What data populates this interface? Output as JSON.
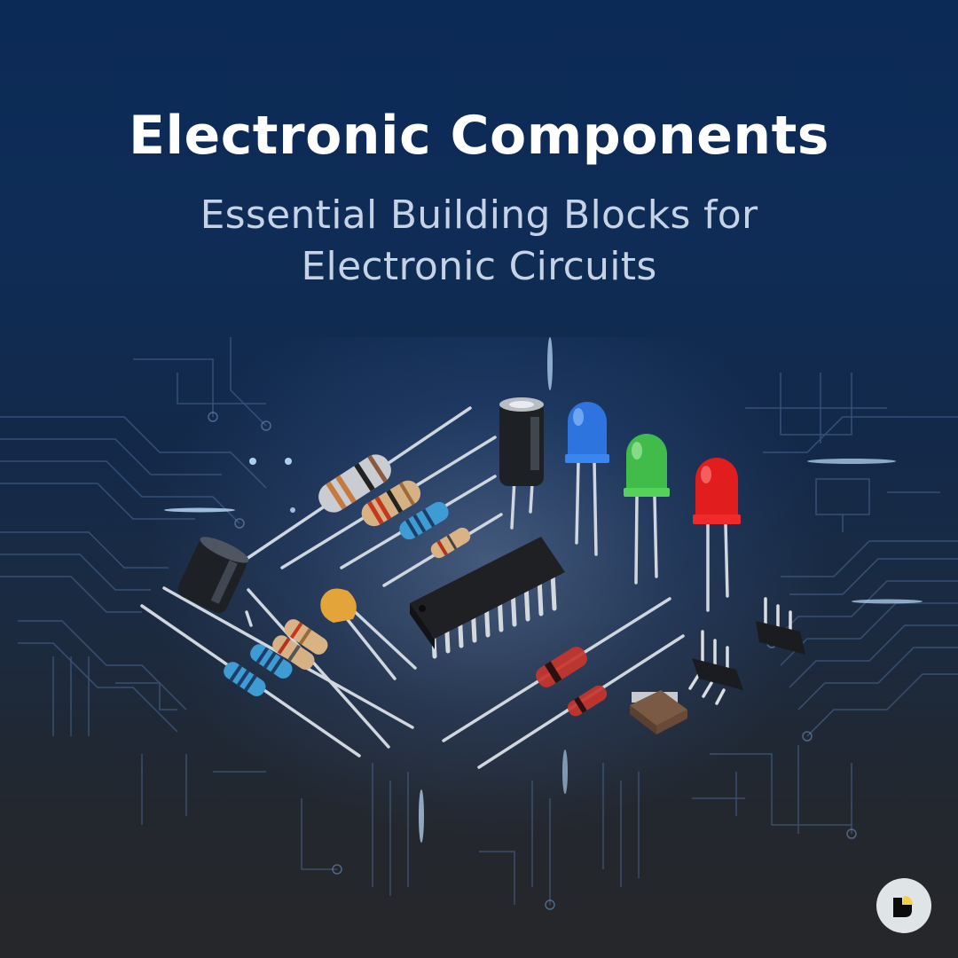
{
  "header": {
    "title": "Electronic Components",
    "subtitle": "Essential Building Blocks for Electronic Circuits"
  },
  "illustration": {
    "description": "Assorted electronic components on glowing circuit-board background",
    "components": [
      "carbon resistors",
      "blue metal-film resistors",
      "electrolytic capacitors",
      "ceramic disc capacitor",
      "blue LED",
      "green LED",
      "red LED",
      "DIP integrated circuit",
      "glass diodes",
      "pin headers",
      "SMD component"
    ]
  },
  "colors": {
    "background_top": "#0b2a55",
    "background_bottom": "#26272a",
    "title": "#ffffff",
    "subtitle": "#c6d2e6",
    "badge_bg": "#dfe4e6",
    "badge_accent": "#f5cf45"
  },
  "badge": {
    "icon": "brand-logo-icon"
  }
}
